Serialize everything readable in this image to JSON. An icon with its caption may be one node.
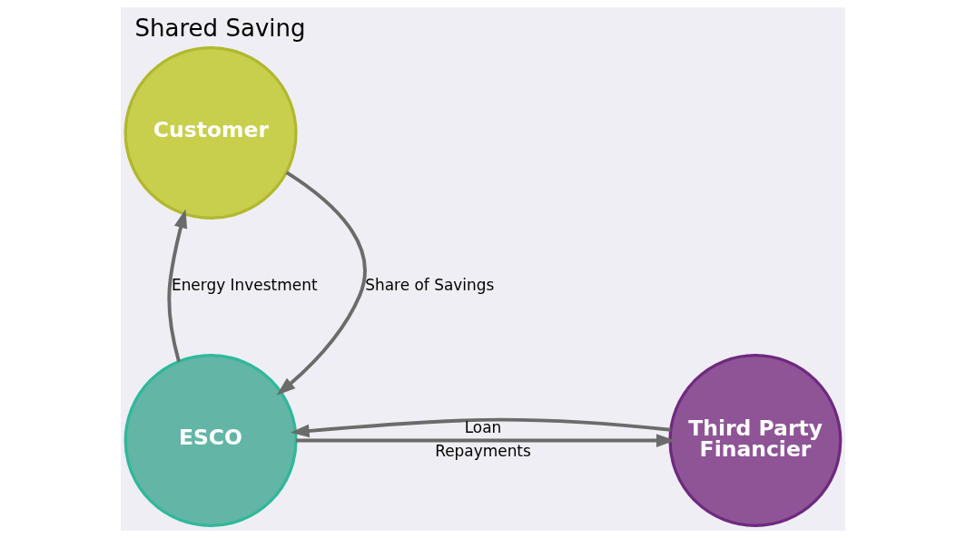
{
  "diagram": {
    "title": "Shared Saving",
    "nodes": [
      {
        "text": [
          "Customer"
        ]
      },
      {
        "text": [
          "ESCO"
        ]
      },
      {
        "text": [
          "Third Party Financier"
        ]
      }
    ],
    "edges": [
      {
        "from": 1,
        "to": 0,
        "arrow": "to",
        "label": "Energy Investment"
      },
      {
        "from": 0,
        "to": 1,
        "arrow": "to",
        "label": "Share of Savings"
      },
      {
        "from": 1,
        "to": 2,
        "arrow": "to",
        "label": "Repayments"
      },
      {
        "from": 2,
        "to": 1,
        "arrow": "to",
        "label": "Loan"
      }
    ]
  }
}
